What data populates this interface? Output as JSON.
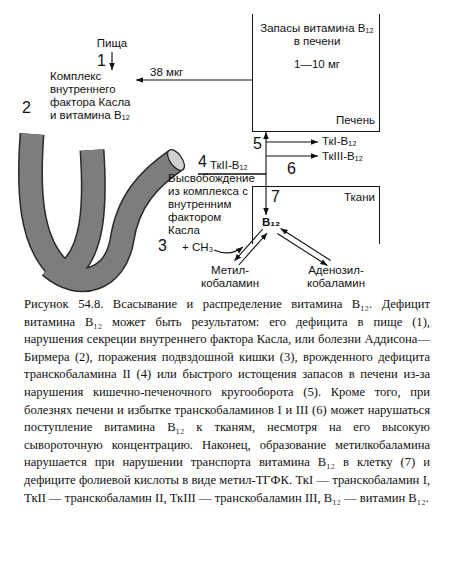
{
  "diagram": {
    "caption": "Рисунок 54.8. Всасывание и распределение витамина B₁₂. Дефицит витамина B₁₂ может быть результатом: его дефицита в пище (1), нарушения секреции внутреннего фактора Касла, или болезни Аддисона—Бирмера (2), поражения подвздошной кишки (3), врожденного дефицита транскобаламина II (4) или быстрого истощения запасов в печени из-за нарушения кишечно-печеночного кругооборота (5). Кроме того, при болезнях печени и избытке транскобаламинов I и III (6) может нарушаться поступление витамина B₁₂ к тканям, несмотря на его высокую сывороточную концентрацию. Наконец, образование метилкобаламина нарушается при нарушении транспорта витамина B₁₂ в клетку (7) и дефиците фолиевой кислоты в виде метил-ТГФК. ТкI — транскобаламин I, ТкII — транскобаламин II, ТкIII — транскобаламин III, B₁₂ — витамин B₁₂.",
    "nodes": [
      {
        "text": [
          "Пища"
        ]
      },
      {
        "text": [
          "Комплекс внутреннего фактора Касла и витамина B₁₂"
        ]
      },
      {
        "text": [
          "Запасы витамина B₁₂ в печени",
          "1—10 мг",
          "Печень"
        ]
      },
      {
        "text": [
          "Высвобождение из комплекса с внутренним фактором Касла"
        ]
      },
      {
        "text": [
          "Ткани"
        ]
      },
      {
        "text": [
          "B₁₂"
        ],
        "in": 4
      },
      {
        "text": [
          "Метил-кобаламин"
        ],
        "in": 4
      },
      {
        "text": [
          "Аденозил-кобаламин"
        ],
        "in": 4
      }
    ],
    "edges": [
      {
        "from": 0,
        "to": 1,
        "arrow": "to"
      },
      {
        "from": 2,
        "to": 1,
        "arrow": "to",
        "label": "38 мкг"
      },
      {
        "from": 3,
        "to": 2,
        "arrow": "to",
        "label": "ТкII-B₁₂"
      },
      {
        "from": 3,
        "to": 5,
        "arrow": "to"
      },
      {
        "from": 5,
        "to": 6,
        "arrow": "both",
        "label": "+ CH₃"
      },
      {
        "from": 5,
        "to": 7,
        "arrow": "both"
      }
    ],
    "labels": [
      "1",
      "2",
      "4",
      "3",
      "5",
      "6",
      "ТкI-B₁₂",
      "ТкIII-B₁₂",
      "7"
    ]
  }
}
